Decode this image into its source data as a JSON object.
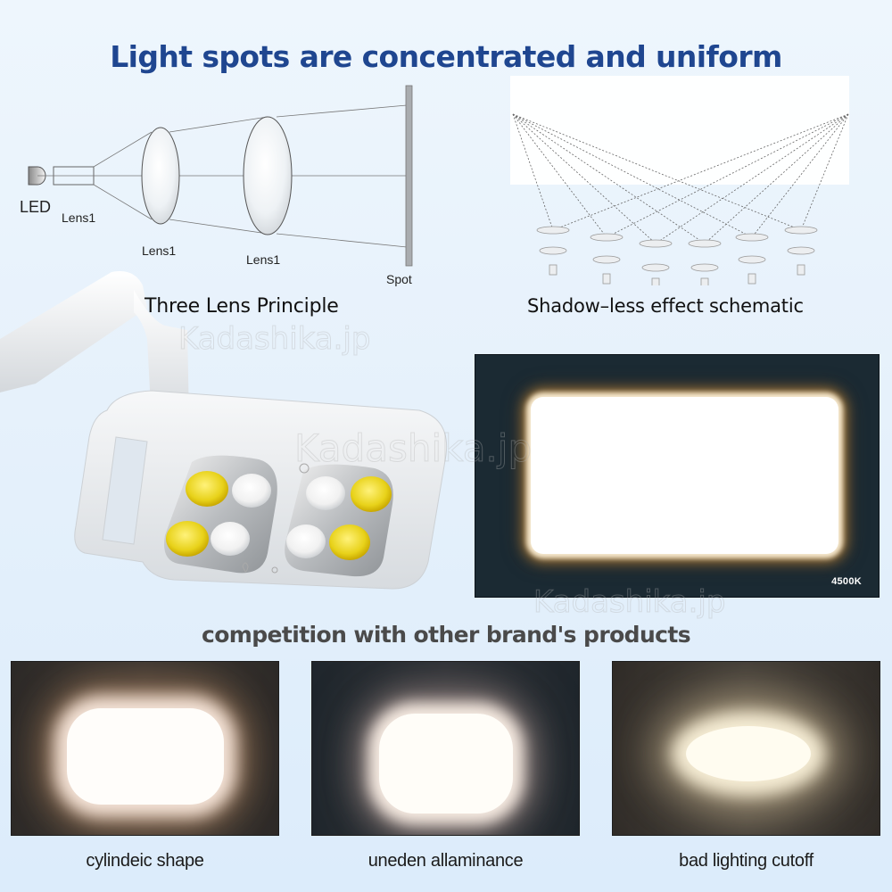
{
  "title": "Light spots are concentrated and uniform",
  "lens_diagram": {
    "labels": {
      "led": "LED",
      "lens0": "Lens1",
      "lens1": "Lens1",
      "lens2": "Lens1",
      "spot": "Spot"
    },
    "caption": "Three Lens Principle"
  },
  "schematic": {
    "caption": "Shadow–less effect schematic",
    "lamp_count": 6
  },
  "lamp": {
    "bulbs": [
      {
        "color": "yellow",
        "position": "left-top"
      },
      {
        "color": "white",
        "position": "left-top-inner"
      },
      {
        "color": "yellow",
        "position": "left-bottom"
      },
      {
        "color": "white",
        "position": "left-bottom-inner"
      },
      {
        "color": "white",
        "position": "right-top-inner"
      },
      {
        "color": "yellow",
        "position": "right-top"
      },
      {
        "color": "white",
        "position": "right-bottom-inner"
      },
      {
        "color": "yellow",
        "position": "right-bottom"
      }
    ],
    "icons": [
      "power-icon",
      "tooth-icon",
      "sun-icon"
    ]
  },
  "main_photo": {
    "color_temp": "4500K"
  },
  "comparison": {
    "title": "competition with other brand's products",
    "items": [
      {
        "caption": "cylindeic shape"
      },
      {
        "caption": "uneden allaminance"
      },
      {
        "caption": "bad lighting cutoff"
      }
    ]
  },
  "watermark": "Kadashika.jp",
  "colors": {
    "title": "#1f4690",
    "subtitle": "#4a4a4a",
    "background": "#e6f1fb",
    "bulb_yellow": "#e8d21a"
  }
}
